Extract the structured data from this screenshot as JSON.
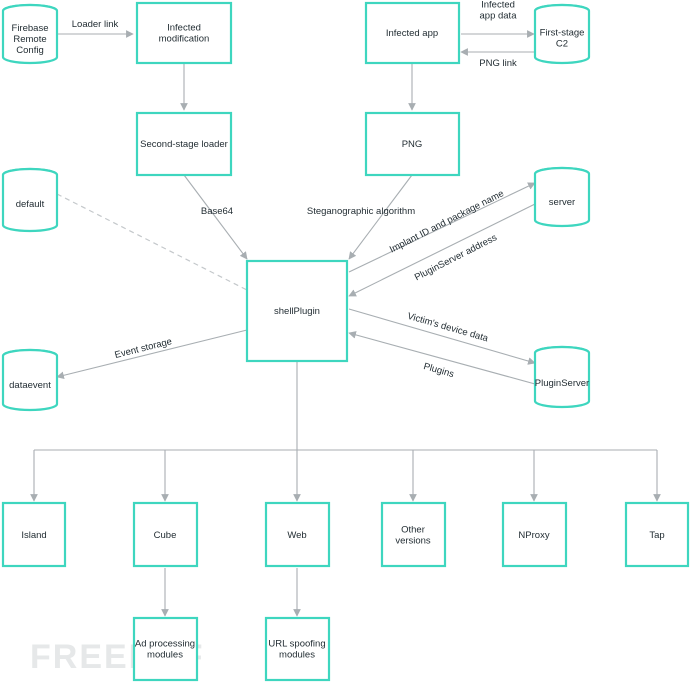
{
  "colors": {
    "accent": "#3ed6bf",
    "edge": "#a8aeb2",
    "text": "#1f2a30"
  },
  "nodes": {
    "firebase": "Firebase\nRemote\nConfig",
    "infected_mod": "Infected\nmodification",
    "infected_app": "Infected app",
    "c2": "First-stage\nC2",
    "second_loader": "Second-stage loader",
    "png": "PNG",
    "default": "default",
    "server": "server",
    "shell": "shellPlugin",
    "dataevent": "dataevent",
    "pluginserver": "PluginServer",
    "island": "Island",
    "cube": "Cube",
    "web": "Web",
    "other": "Other\nversions",
    "nproxy": "NProxy",
    "tap": "Tap",
    "ad_mod": "Ad processing\nmodules",
    "url_mod": "URL spoofing\nmodules"
  },
  "edges": {
    "loader_link": "Loader link",
    "infected_app_data": "Infected\napp data",
    "png_link": "PNG link",
    "base64": "Base64",
    "stego": "Steganographic algorithm",
    "implant": "Implant ID and package name",
    "pluginserver_addr": "PluginServer address",
    "device_data": "Victim's device data",
    "plugins": "Plugins",
    "event_storage": "Event storage"
  },
  "watermark": "FREEBUF"
}
